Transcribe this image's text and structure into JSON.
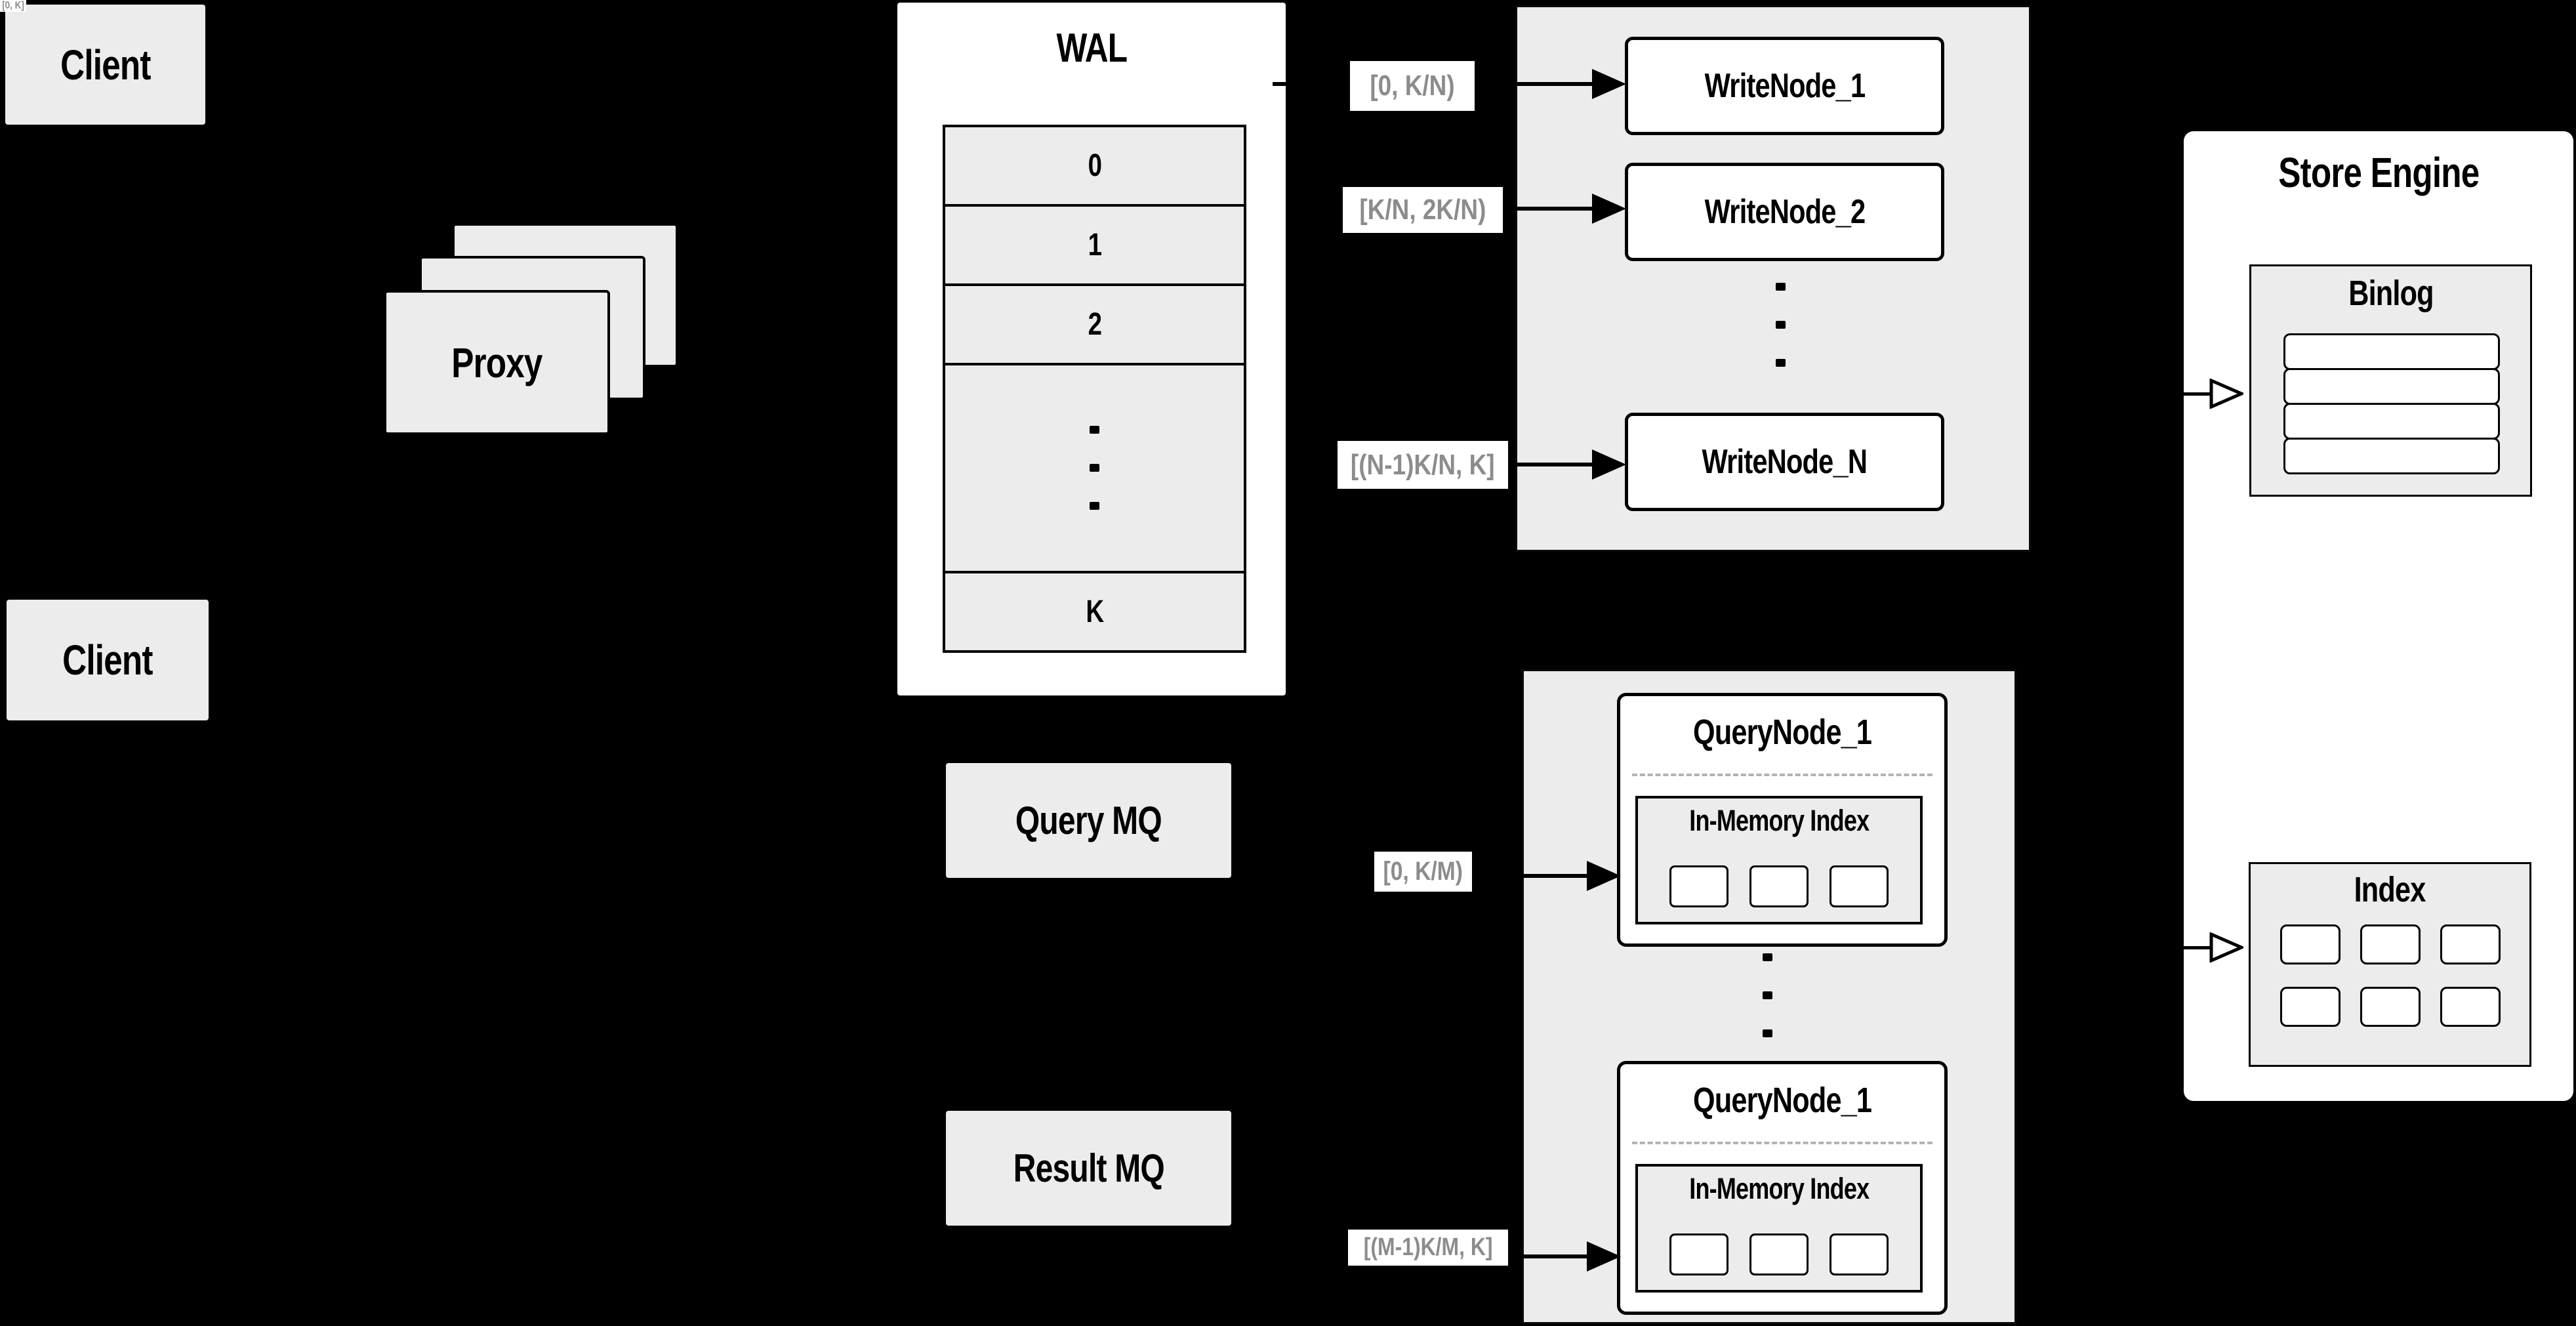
{
  "colors": {
    "background": "#000000",
    "panel_gray": "#ececec",
    "node_white": "#ffffff",
    "border_black": "#000000",
    "range_label_text": "#8c8c8c",
    "dashed_divider": "#b3b3b3"
  },
  "client_top": {
    "label": "Client"
  },
  "client_bottom": {
    "label": "Client"
  },
  "proxy": {
    "label": "Proxy",
    "range_label": "[0, K]"
  },
  "wal": {
    "title": "WAL",
    "slots": [
      "0",
      "1",
      "2",
      "K"
    ],
    "has_ellipsis_row": true
  },
  "write_cluster": {
    "ranges": [
      "[0, K/N)",
      "[K/N, 2K/N)",
      "[(N-1)K/N, K]"
    ],
    "nodes": [
      "WriteNode_1",
      "WriteNode_2",
      "WriteNode_N"
    ]
  },
  "store_engine": {
    "title": "Store Engine",
    "binlog": {
      "title": "Binlog",
      "row_count": 4
    },
    "index": {
      "title": "Index",
      "cell_count": 6
    }
  },
  "query_mq": {
    "label": "Query MQ"
  },
  "result_mq": {
    "label": "Result MQ"
  },
  "query_cluster": {
    "ranges": [
      "[0, K/M)",
      "[(M-1)K/M, K]"
    ],
    "nodes": [
      {
        "title": "QueryNode_1",
        "inner_title": "In-Memory Index",
        "cell_count": 3
      },
      {
        "title": "QueryNode_1",
        "inner_title": "In-Memory Index",
        "cell_count": 3
      }
    ]
  }
}
